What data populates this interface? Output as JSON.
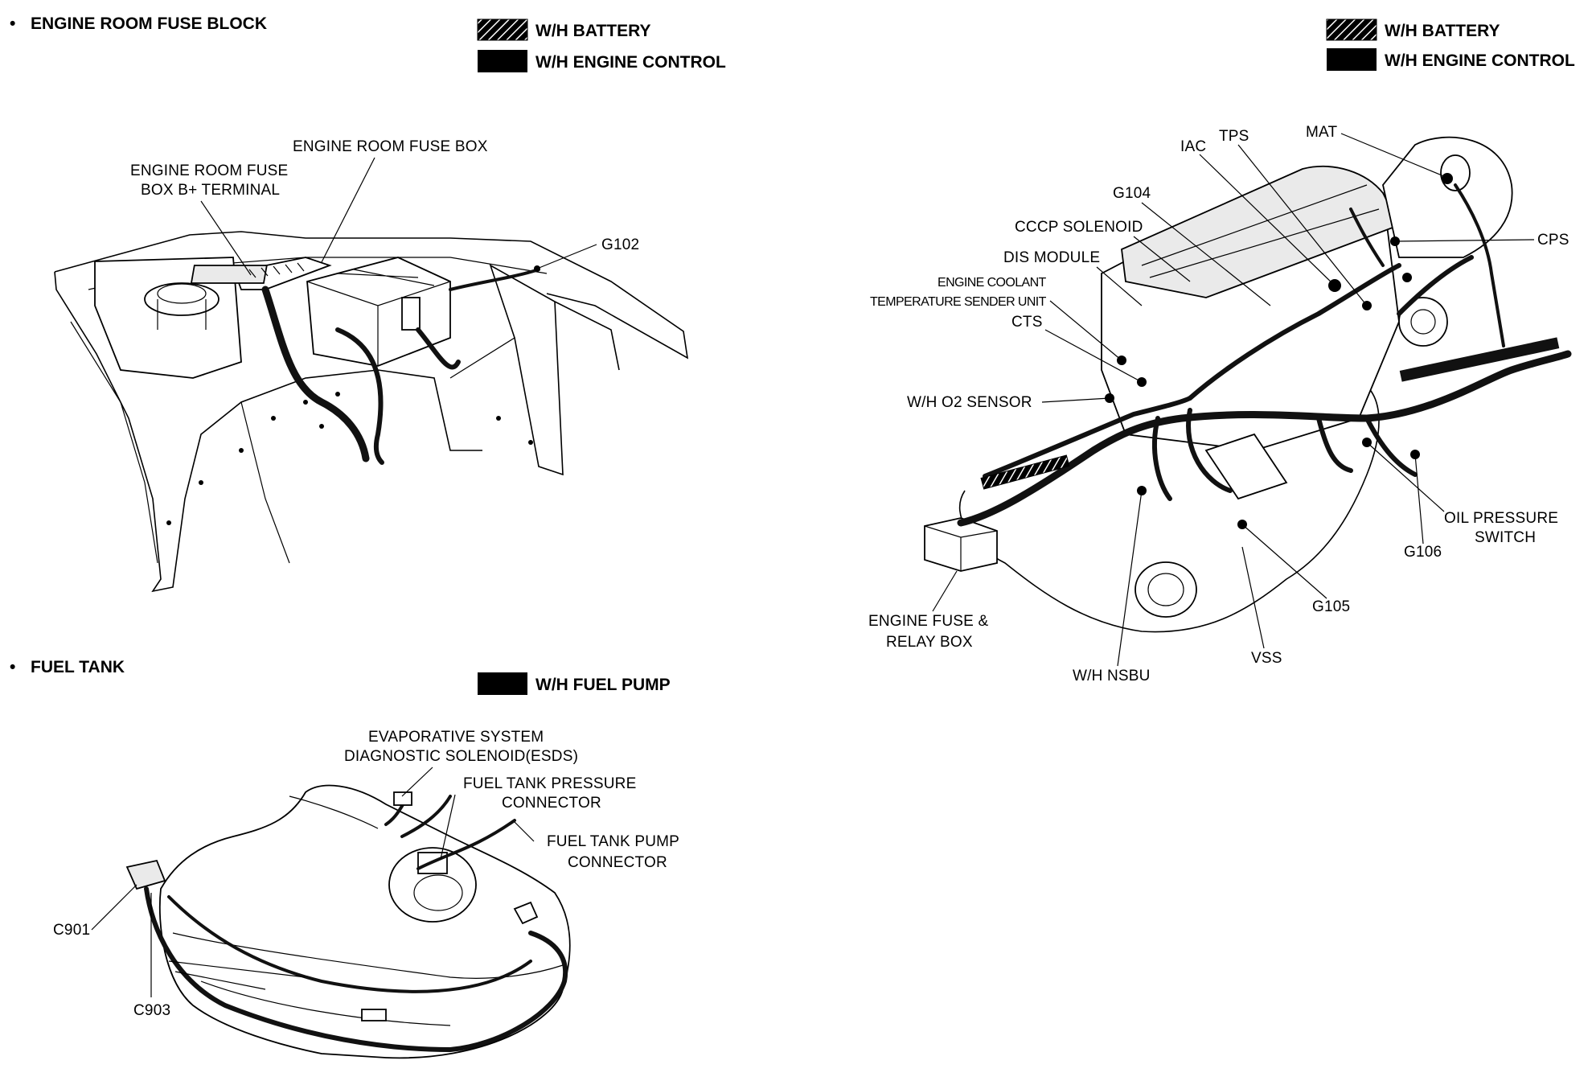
{
  "sections": {
    "engine_room": {
      "bullet": "•",
      "title": "ENGINE ROOM FUSE BLOCK",
      "legend": [
        {
          "pattern": "hatched",
          "label": "W/H BATTERY"
        },
        {
          "pattern": "solid",
          "label": "W/H ENGINE CONTROL"
        }
      ],
      "labels": {
        "fuse_box": "ENGINE ROOM FUSE BOX",
        "b_terminal_1": "ENGINE ROOM FUSE",
        "b_terminal_2": "BOX B+ TERMINAL",
        "g102": "G102"
      }
    },
    "fuel_tank": {
      "bullet": "•",
      "title": "FUEL TANK",
      "legend": [
        {
          "pattern": "solid",
          "label": "W/H FUEL PUMP"
        }
      ],
      "labels": {
        "esds_1": "EVAPORATIVE SYSTEM",
        "esds_2": "DIAGNOSTIC SOLENOID(ESDS)",
        "pressure_1": "FUEL TANK PRESSURE",
        "pressure_2": "CONNECTOR",
        "pump_1": "FUEL TANK PUMP",
        "pump_2": "CONNECTOR",
        "c901": "C901",
        "c903": "C903"
      }
    },
    "engine": {
      "legend": [
        {
          "pattern": "hatched",
          "label": "W/H BATTERY"
        },
        {
          "pattern": "solid",
          "label": "W/H ENGINE CONTROL"
        }
      ],
      "labels": {
        "iac": "IAC",
        "tps": "TPS",
        "mat": "MAT",
        "g104": "G104",
        "cccp": "CCCP SOLENOID",
        "dis": "DIS MODULE",
        "ect_1": "ENGINE COOLANT",
        "ect_2": "TEMPERATURE SENDER UNIT",
        "cts": "CTS",
        "cps": "CPS",
        "o2": "W/H O2 SENSOR",
        "oil_1": "OIL PRESSURE",
        "oil_2": "SWITCH",
        "g106": "G106",
        "g105": "G105",
        "fuse_relay_1": "ENGINE FUSE &",
        "fuse_relay_2": "RELAY BOX",
        "nsbu": "W/H NSBU",
        "vss": "VSS"
      }
    }
  }
}
